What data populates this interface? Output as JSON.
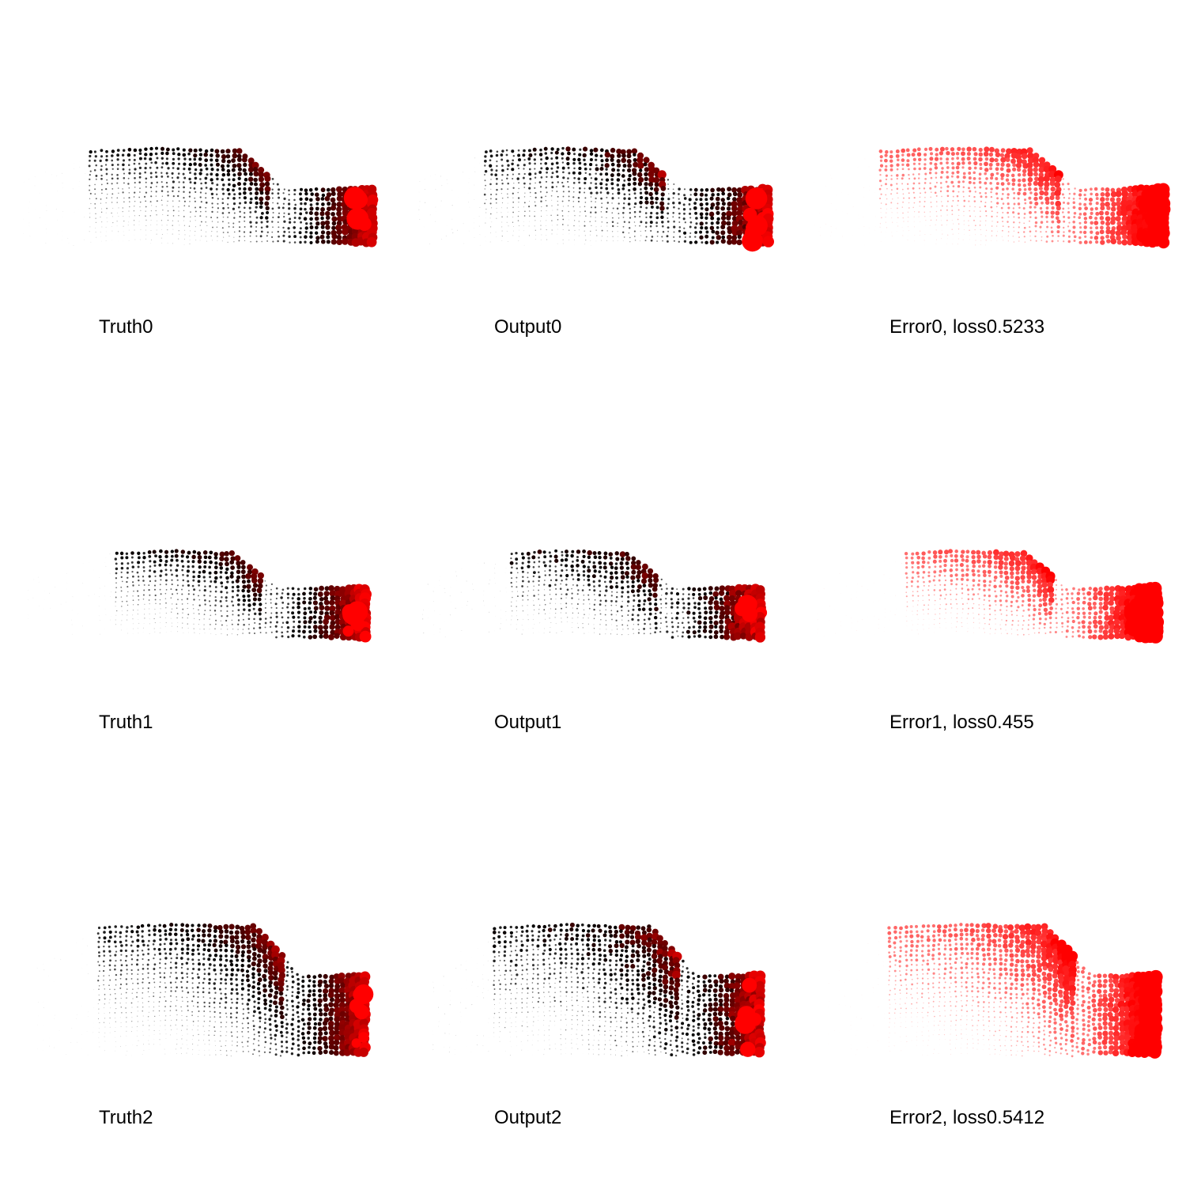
{
  "colors": {
    "background": "#ffffff",
    "low": "#ffffff",
    "mid": "#000000",
    "high": "#ff0000",
    "caption": "#000000"
  },
  "panels": [
    {
      "caption": "Truth0",
      "shape": "sedan",
      "kind": "truth"
    },
    {
      "caption": "Output0",
      "shape": "sedan",
      "kind": "output"
    },
    {
      "caption": "Error0, loss0.5233",
      "shape": "sedan",
      "kind": "error"
    },
    {
      "caption": "Truth1",
      "shape": "coupe",
      "kind": "truth"
    },
    {
      "caption": "Output1",
      "shape": "coupe",
      "kind": "output"
    },
    {
      "caption": "Error1, loss0.455",
      "shape": "coupe",
      "kind": "error"
    },
    {
      "caption": "Truth2",
      "shape": "suv",
      "kind": "truth"
    },
    {
      "caption": "Output2",
      "shape": "suv",
      "kind": "output"
    },
    {
      "caption": "Error2, loss0.5412",
      "shape": "suv",
      "kind": "error"
    }
  ]
}
